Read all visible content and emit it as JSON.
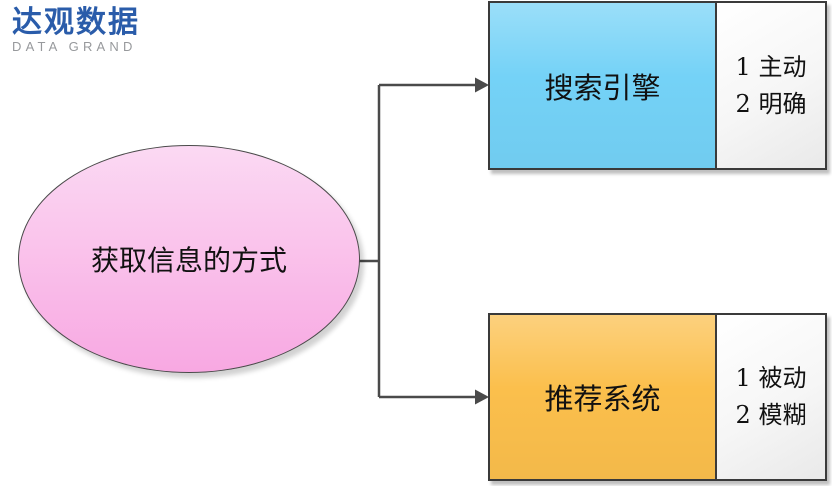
{
  "logo": {
    "title": "达观数据",
    "subtitle": "DATA GRAND",
    "title_color": "#2A5CAA",
    "subtitle_color": "#97999C"
  },
  "diagram": {
    "root": {
      "label": "获取信息的方式",
      "fill_top": "#FBD9F3",
      "fill_bottom": "#F8A8E2"
    },
    "branches": [
      {
        "label": "搜索引擎",
        "fill": "#74D2F7",
        "notes": [
          "1 主动",
          "2 明确"
        ]
      },
      {
        "label": "推荐系统",
        "fill": "#FBBF4C",
        "notes": [
          "1 被动",
          "2 模糊"
        ]
      }
    ],
    "line_color": "#4a4a4a"
  }
}
